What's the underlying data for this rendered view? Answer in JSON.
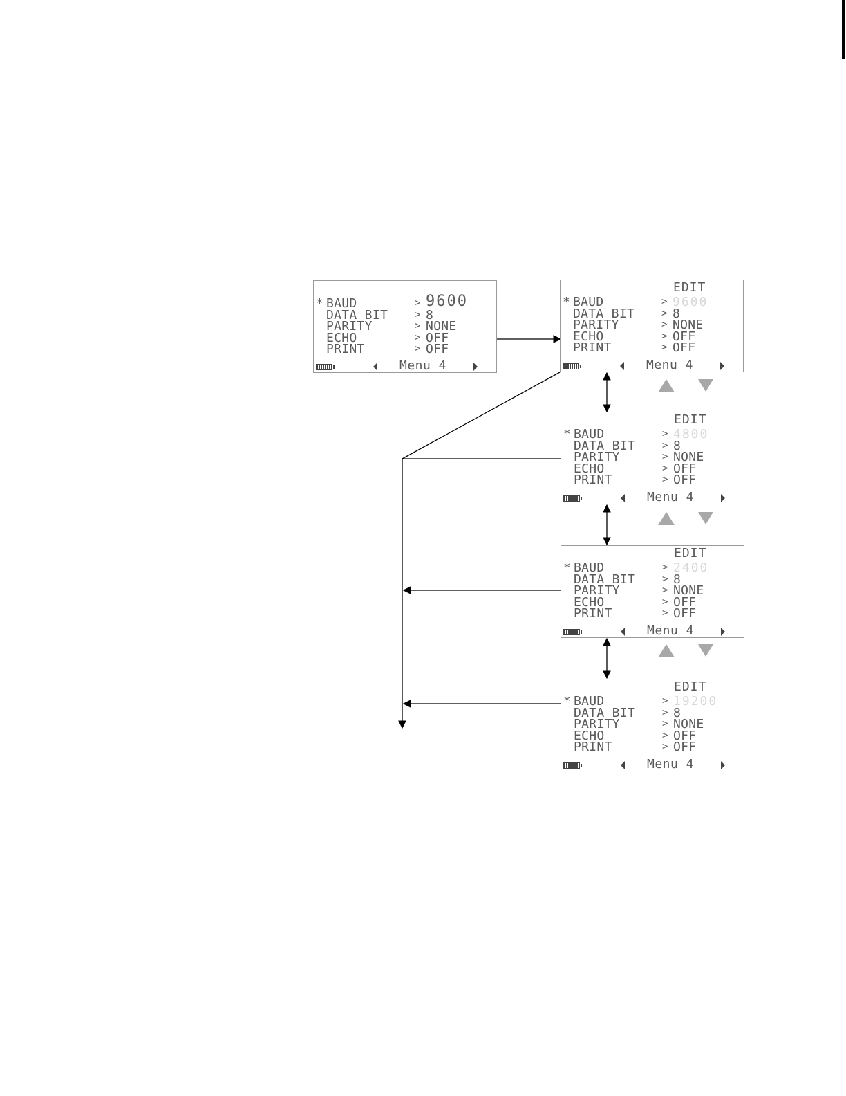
{
  "screens": [
    {
      "edit_label": "",
      "rows": [
        {
          "star": "*",
          "label": "BAUD",
          "value": "9600",
          "style": "big"
        },
        {
          "star": "",
          "label": "DATA BIT",
          "value": "8",
          "style": ""
        },
        {
          "star": "",
          "label": "PARITY",
          "value": "NONE",
          "style": ""
        },
        {
          "star": "",
          "label": "ECHO",
          "value": "OFF",
          "style": ""
        },
        {
          "star": "",
          "label": "PRINT",
          "value": "OFF",
          "style": ""
        }
      ],
      "footer_label": "Menu 4"
    },
    {
      "edit_label": "EDIT",
      "rows": [
        {
          "star": "*",
          "label": "BAUD",
          "value": "9600",
          "style": "dim"
        },
        {
          "star": "",
          "label": "DATA BIT",
          "value": "8",
          "style": ""
        },
        {
          "star": "",
          "label": "PARITY",
          "value": "NONE",
          "style": ""
        },
        {
          "star": "",
          "label": "ECHO",
          "value": "OFF",
          "style": ""
        },
        {
          "star": "",
          "label": "PRINT",
          "value": "OFF",
          "style": ""
        }
      ],
      "footer_label": "Menu 4"
    },
    {
      "edit_label": "EDIT",
      "rows": [
        {
          "star": "*",
          "label": "BAUD",
          "value": "4800",
          "style": "dim"
        },
        {
          "star": "",
          "label": "DATA BIT",
          "value": "8",
          "style": ""
        },
        {
          "star": "",
          "label": "PARITY",
          "value": "NONE",
          "style": ""
        },
        {
          "star": "",
          "label": "ECHO",
          "value": "OFF",
          "style": ""
        },
        {
          "star": "",
          "label": "PRINT",
          "value": "OFF",
          "style": ""
        }
      ],
      "footer_label": "Menu 4"
    },
    {
      "edit_label": "EDIT",
      "rows": [
        {
          "star": "*",
          "label": "BAUD",
          "value": "2400",
          "style": "dim"
        },
        {
          "star": "",
          "label": "DATA BIT",
          "value": "8",
          "style": ""
        },
        {
          "star": "",
          "label": "PARITY",
          "value": "NONE",
          "style": ""
        },
        {
          "star": "",
          "label": "ECHO",
          "value": "OFF",
          "style": ""
        },
        {
          "star": "",
          "label": "PRINT",
          "value": "OFF",
          "style": ""
        }
      ],
      "footer_label": "Menu 4"
    },
    {
      "edit_label": "EDIT",
      "rows": [
        {
          "star": "*",
          "label": "BAUD",
          "value": "19200",
          "style": "dim"
        },
        {
          "star": "",
          "label": "DATA BIT",
          "value": "8",
          "style": ""
        },
        {
          "star": "",
          "label": "PARITY",
          "value": "NONE",
          "style": ""
        },
        {
          "star": "",
          "label": "ECHO",
          "value": "OFF",
          "style": ""
        },
        {
          "star": "",
          "label": "PRINT",
          "value": "OFF",
          "style": ""
        }
      ],
      "footer_label": "Menu 4"
    }
  ],
  "row_separator": ">",
  "icons": {
    "battery": "battery-icon",
    "nav_left": "left-arrow-icon",
    "nav_right": "right-arrow-icon",
    "key_up": "up-key-icon",
    "key_down": "down-key-icon"
  },
  "colors": {
    "lcd_text": "#5a5a5a",
    "lcd_dim_value": "#d8d8d8",
    "key": "#a8a8a8",
    "line": "#000000"
  }
}
